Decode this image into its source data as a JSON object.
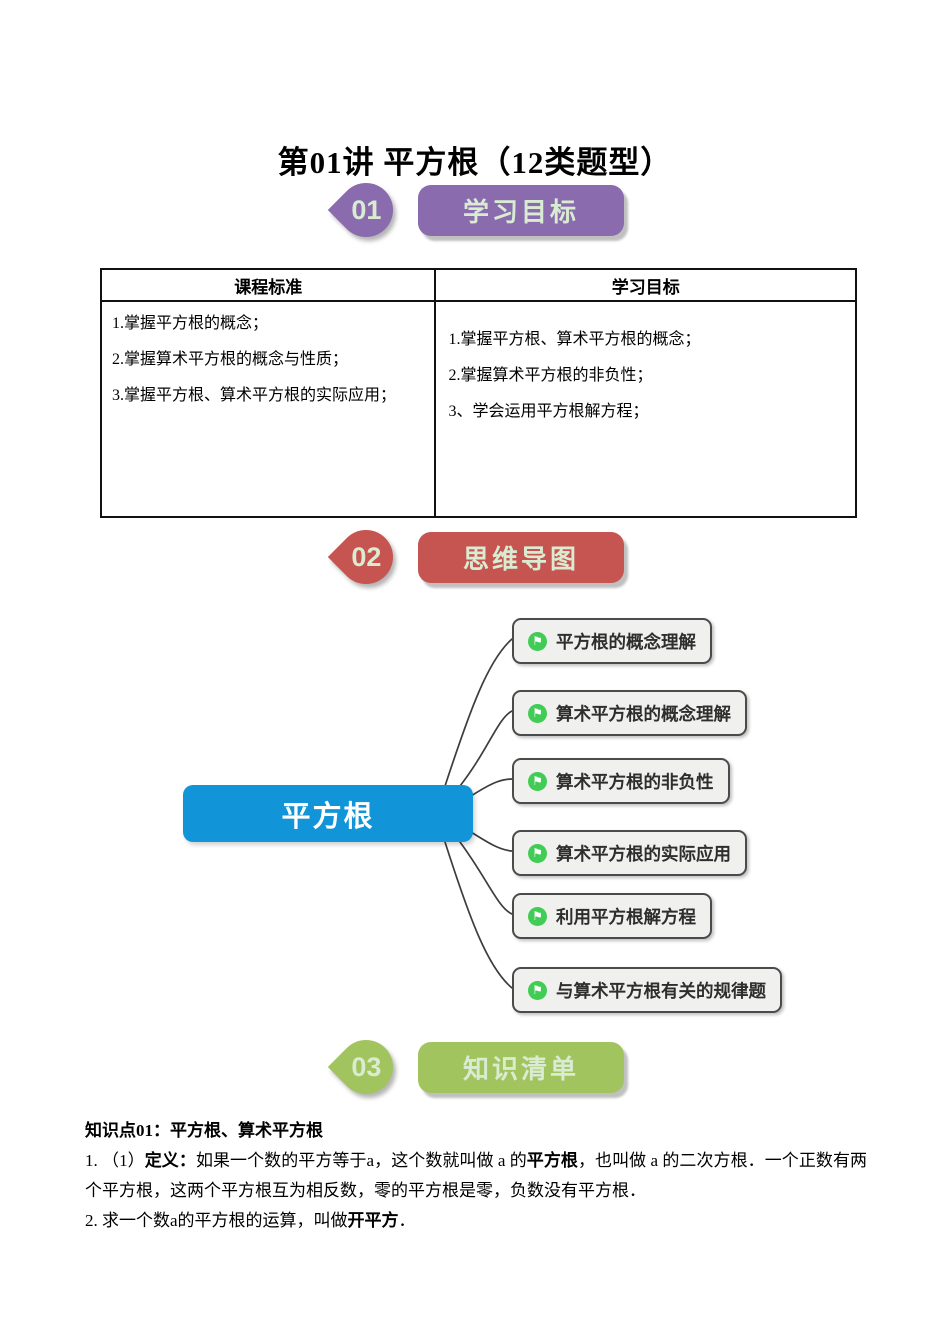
{
  "page": {
    "title": "第01讲 平方根（12类题型）"
  },
  "sections": [
    {
      "number": "01",
      "label": "学习目标",
      "color": "#8a6bae"
    },
    {
      "number": "02",
      "label": "思维导图",
      "color": "#c65451"
    },
    {
      "number": "03",
      "label": "知识清单",
      "color": "#a2c45f"
    }
  ],
  "table": {
    "headers": [
      "课程标准",
      "学习目标"
    ],
    "course_standard_items": [
      "1.掌握平方根的概念；",
      "2.掌握算术平方根的概念与性质；",
      "3.掌握平方根、算术平方根的实际应用；"
    ],
    "learning_goal_items": [
      "1.掌握平方根、算术平方根的概念；",
      "2.掌握算术平方根的非负性；",
      "3、学会运用平方根解方程；"
    ]
  },
  "mindmap": {
    "root_label": "平方根",
    "root_color": "#1295d8",
    "branch_icon": "flag-icon",
    "branch_icon_glyph": "⚑",
    "branch_icon_color": "#41cd55",
    "branches": [
      "平方根的概念理解",
      "算术平方根的概念理解",
      "算术平方根的非负性",
      "算术平方根的实际应用",
      "利用平方根解方程",
      "与算术平方根有关的规律题"
    ]
  },
  "knowledge": {
    "heading": "知识点01：平方根、算术平方根",
    "p1": {
      "seg1": "1. （1）",
      "seg2_bold": "定义：",
      "seg3": "如果一个数的平方等于a，这个数就叫做 a 的",
      "seg4_bold": "平方根",
      "seg5": "，也叫做 a 的二次方根．一个正数有两个平方根，这两个平方根互为相反数，零的平方根是零，负数没有平方根．"
    },
    "p2": {
      "seg1": "2. 求一个数a的平方根的运算，叫做",
      "seg2_bold": "开平方",
      "seg3": "．"
    }
  }
}
